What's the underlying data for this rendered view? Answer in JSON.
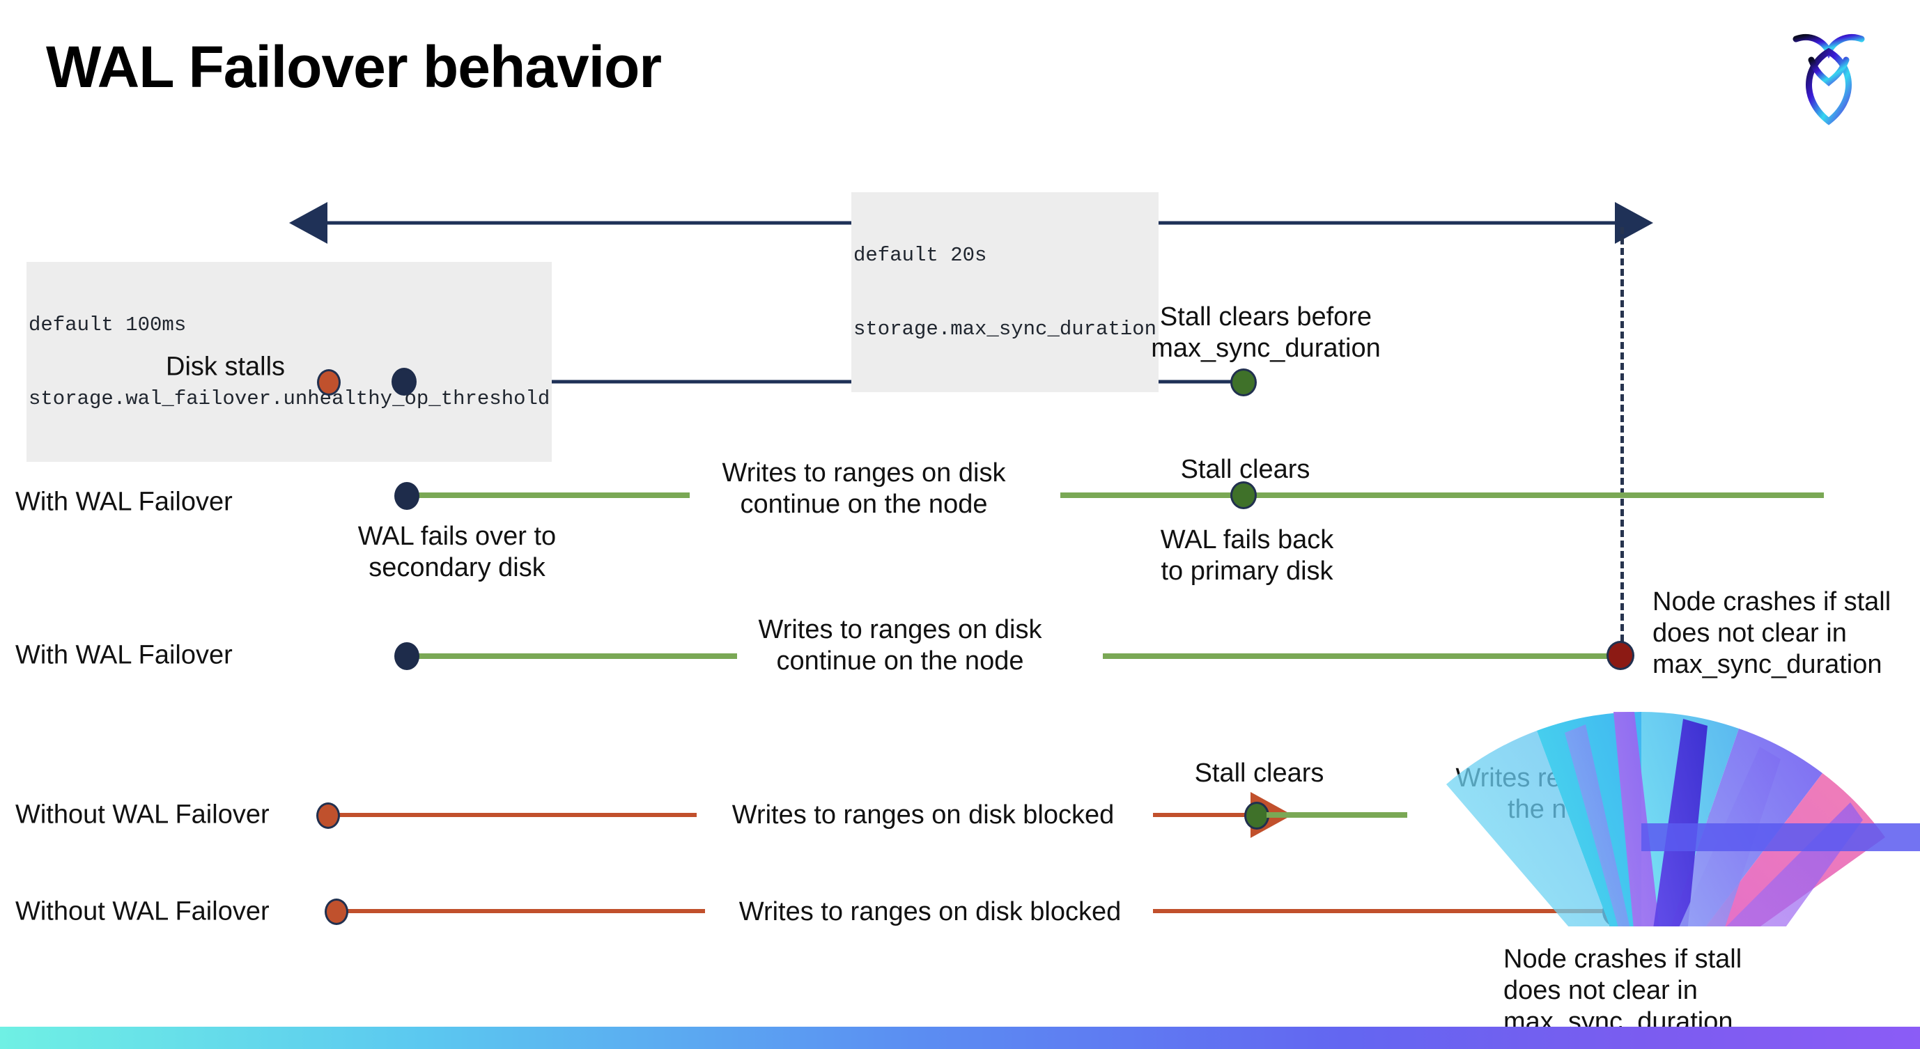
{
  "slide": {
    "title": "WAL Failover behavior",
    "logo_name": "cockroachdb-logo"
  },
  "annotations": {
    "max_sync": {
      "line1": "default 20s",
      "line2": "storage.max_sync_duration"
    },
    "unhealthy_op": {
      "line1": "default 100ms",
      "line2": "storage.wal_failover.unhealthy_op_threshold"
    }
  },
  "rows": [
    {
      "label": "Disk stalls",
      "notes": [
        {
          "text": "Stall clears before\nmax_sync_duration"
        }
      ]
    },
    {
      "label": "With WAL Failover",
      "notes": [
        {
          "text": "Writes to ranges on disk\ncontinue on the node"
        },
        {
          "text": "Stall clears"
        },
        {
          "text": "WAL fails over to\nsecondary disk"
        },
        {
          "text": "WAL fails  back\nto primary disk"
        }
      ]
    },
    {
      "label": "With WAL Failover",
      "notes": [
        {
          "text": "Writes to ranges on disk\ncontinue on the node"
        },
        {
          "text": "Node crashes if stall\ndoes not clear in\nmax_sync_duration"
        }
      ]
    },
    {
      "label": "Without WAL Failover",
      "notes": [
        {
          "text": "Writes to ranges on disk  blocked"
        },
        {
          "text": "Stall clears"
        },
        {
          "text": "Writes resume on\nthe node"
        }
      ]
    },
    {
      "label": "Without WAL Failover",
      "notes": [
        {
          "text": "Writes to ranges on disk  blocked"
        },
        {
          "text": "Node crashes if stall\ndoes not clear in\nmax_sync_duration"
        }
      ]
    }
  ],
  "colors": {
    "navy": "#1f3157",
    "green_line": "#7aa855",
    "green_dot": "#3f7129",
    "orange": "#c0512d",
    "dark_red": "#8c1a14",
    "chip_bg": "#ededed"
  },
  "legend_markers": {
    "stall_start": "disk-stall-start-marker",
    "failover": "wal-failover-marker",
    "stall_clear": "stall-clear-marker",
    "node_crash": "node-crash-marker"
  }
}
